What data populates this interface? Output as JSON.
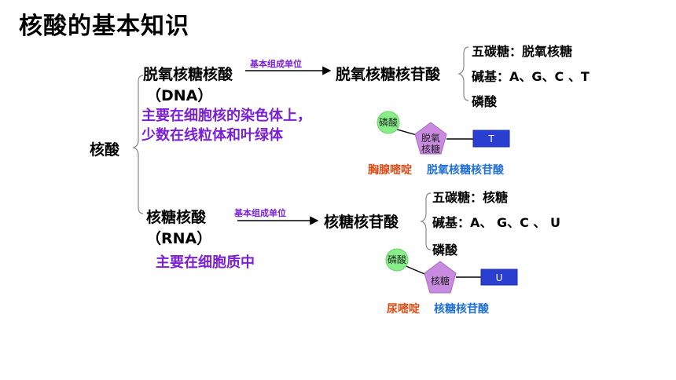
{
  "title": "核酸的基本知识",
  "root": "核酸",
  "dna": {
    "name": "脱氧核糖核酸",
    "abbr": "（DNA）",
    "location_line1": "主要在细胞核的染色体上，",
    "location_line2": "少数在线粒体和叶绿体",
    "unit_label": "基本组成单位",
    "unit": "脱氧核糖核苷酸",
    "components": [
      "五碳糖：脱氧核糖",
      "碱基：A、G、C 、T",
      "磷酸"
    ],
    "diagram": {
      "phosphate": "磷酸",
      "sugar_line1": "脱氧",
      "sugar_line2": "核糖",
      "base": "T",
      "base_name": "胸腺嘧啶",
      "nucleotide_name": "脱氧核糖核苷酸"
    }
  },
  "rna": {
    "name": "核糖核酸",
    "abbr": "（RNA）",
    "location": "主要在细胞质中",
    "unit_label": "基本组成单位",
    "unit": "核糖核苷酸",
    "components": [
      "五碳糖：核糖",
      "碱基：A、 G、C 、 U",
      "磷酸"
    ],
    "diagram": {
      "phosphate": "磷酸",
      "sugar": "核糖",
      "base": "U",
      "base_name": "尿嘧啶",
      "nucleotide_name": "核糖核苷酸"
    }
  },
  "colors": {
    "purple_text": "#7a1fd6",
    "phosphate_fill": "#88ef88",
    "sugar_fill": "#c98be0",
    "base_fill": "#2a3fd0",
    "orange_label": "#e04a12",
    "blue_label": "#1f6fd6"
  }
}
